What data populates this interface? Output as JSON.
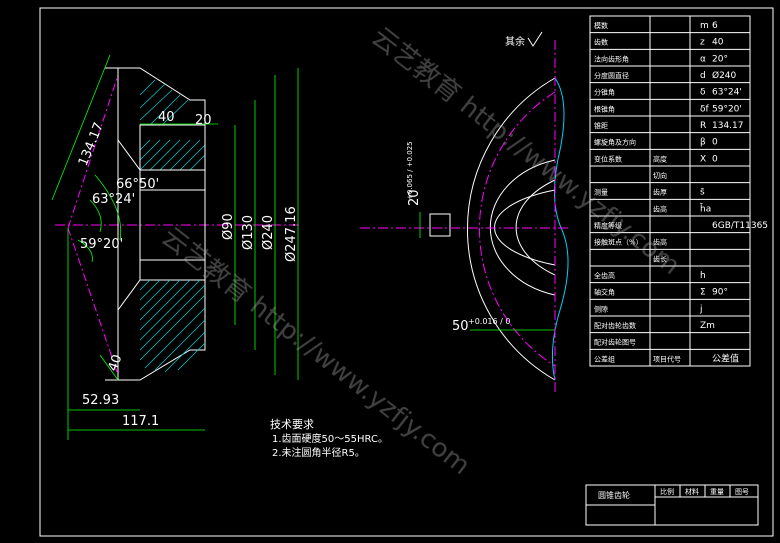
{
  "dimensions": {
    "cone_distance": "134.17",
    "root_angle": "66°50'",
    "pitch_angle": "63°24'",
    "back_cone_angle": "59°20'",
    "face_width": "40",
    "hub_length": "20",
    "bore": "Ø90",
    "hub_diameter": "Ø130",
    "pitch_diameter": "Ø240",
    "outside_diameter": "Ø247.16",
    "face_width_2": "40",
    "mount_distance_1": "52.93",
    "mount_distance_2": "117.1",
    "keyway_width": "20",
    "keyway_tol": "+0.065 / +0.025",
    "shaft_dia": "50",
    "shaft_tol": "+0.016 / 0",
    "surface_finish": "其余"
  },
  "notes": {
    "title": "技术要求",
    "line1": "1.齿面硬度50～55HRC。",
    "line2": "2.未注圆角半径R5。"
  },
  "param_table": {
    "rows": [
      {
        "label": "模数",
        "sym": "m",
        "val": "6"
      },
      {
        "label": "齿数",
        "sym": "z",
        "val": "40"
      },
      {
        "label": "法向齿形角",
        "sym": "α",
        "val": "20°"
      },
      {
        "label": "分度圆直径",
        "sym": "d",
        "val": "Ø240"
      },
      {
        "label": "分锥角",
        "sym": "δ",
        "val": "63°24'"
      },
      {
        "label": "根锥角",
        "sym": "δf",
        "val": "59°20'"
      },
      {
        "label": "锥距",
        "sym": "R",
        "val": "134.17"
      },
      {
        "label": "螺旋角及方向",
        "sym": "β",
        "val": "0"
      },
      {
        "label": "变位系数",
        "sub": "高度",
        "sym": "X",
        "val": "0"
      },
      {
        "label": "",
        "sub": "切向",
        "sym": "",
        "val": ""
      },
      {
        "label": "测量",
        "sub": "齿厚",
        "sym": "s̄",
        "val": ""
      },
      {
        "label": "",
        "sub": "齿高",
        "sym": "h̄a",
        "val": ""
      },
      {
        "label": "精度等级",
        "sym": "",
        "val": "6GB/T11365"
      },
      {
        "label": "接触斑点（%）",
        "sub": "齿高",
        "sym": "",
        "val": ""
      },
      {
        "label": "",
        "sub": "齿长",
        "sym": "",
        "val": ""
      },
      {
        "label": "全齿高",
        "sym": "h",
        "val": ""
      },
      {
        "label": "轴交角",
        "sym": "Σ",
        "val": "90°"
      },
      {
        "label": "侧隙",
        "sym": "j",
        "val": ""
      },
      {
        "label": "配对齿轮齿数",
        "sym": "Zm",
        "val": ""
      },
      {
        "label": "配对齿轮图号",
        "sym": "",
        "val": ""
      },
      {
        "label": "公差组",
        "sub": "项目代号",
        "sym": "",
        "val": "公差值"
      }
    ]
  },
  "title_block": {
    "name": "圆锥齿轮",
    "h1": "比例",
    "h2": "材料",
    "h3": "重量",
    "h4": "图号"
  },
  "watermark": "云艺教育  http://www.yzfjy.com",
  "colors": {
    "outline": "#ffffff",
    "dimension": "#00ff00",
    "centerline": "#ff00ff",
    "hatch": "#00c8c8",
    "tooth_edge": "#00d0ff",
    "background": "#000000"
  }
}
